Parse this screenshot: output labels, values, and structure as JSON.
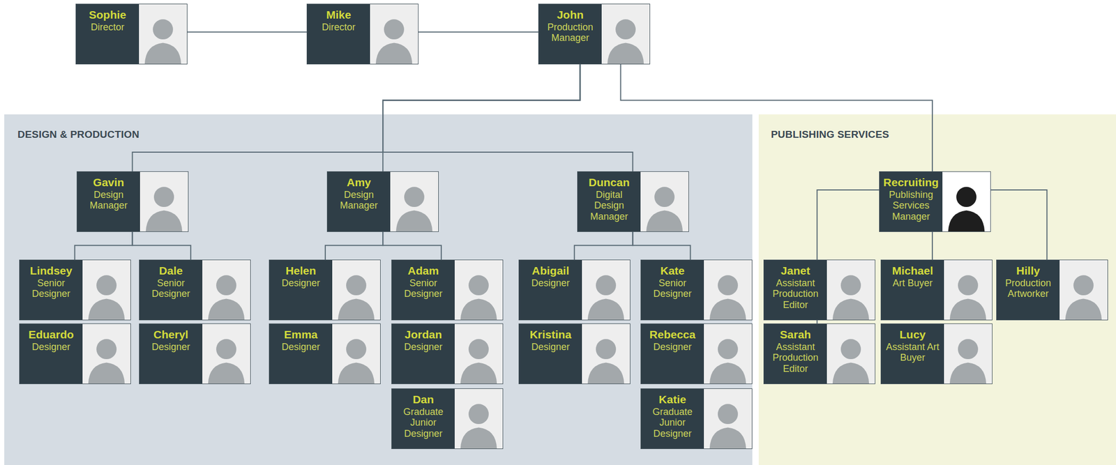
{
  "diagram": {
    "nodes": [
      {
        "text": [
          "Sophie",
          "Director"
        ]
      },
      {
        "text": [
          "Mike",
          "Director"
        ]
      },
      {
        "text": [
          "John",
          "Production Manager"
        ]
      },
      {
        "text": [
          "DESIGN & PRODUCTION"
        ]
      },
      {
        "text": [
          "Gavin",
          "Design Manager"
        ],
        "in": 3
      },
      {
        "text": [
          "Amy",
          "Design Manager"
        ],
        "in": 3
      },
      {
        "text": [
          "Duncan",
          "Digital Design Manager"
        ],
        "in": 3
      },
      {
        "text": [
          "Lindsey",
          "Senior Designer"
        ],
        "in": 3
      },
      {
        "text": [
          "Dale",
          "Senior Designer"
        ],
        "in": 3
      },
      {
        "text": [
          "Eduardo",
          "Designer"
        ],
        "in": 3
      },
      {
        "text": [
          "Cheryl",
          "Designer"
        ],
        "in": 3
      },
      {
        "text": [
          "Helen",
          "Designer"
        ],
        "in": 3
      },
      {
        "text": [
          "Adam",
          "Senior Designer"
        ],
        "in": 3
      },
      {
        "text": [
          "Emma",
          "Designer"
        ],
        "in": 3
      },
      {
        "text": [
          "Jordan",
          "Designer"
        ],
        "in": 3
      },
      {
        "text": [
          "Dan",
          "Graduate Junior Designer"
        ],
        "in": 3
      },
      {
        "text": [
          "Abigail",
          "Designer"
        ],
        "in": 3
      },
      {
        "text": [
          "Kate",
          "Senior Designer"
        ],
        "in": 3
      },
      {
        "text": [
          "Kristina",
          "Designer"
        ],
        "in": 3
      },
      {
        "text": [
          "Rebecca",
          "Designer"
        ],
        "in": 3
      },
      {
        "text": [
          "Katie",
          "Graduate Junior Designer"
        ],
        "in": 3
      },
      {
        "text": [
          "PUBLISHING SERVICES"
        ]
      },
      {
        "text": [
          "Recruiting",
          "Publishing Services Manager"
        ],
        "in": 21
      },
      {
        "text": [
          "Janet",
          "Assistant Production Editor"
        ],
        "in": 21
      },
      {
        "text": [
          "Michael",
          "Art Buyer"
        ],
        "in": 21
      },
      {
        "text": [
          "Hilly",
          "Production Artworker"
        ],
        "in": 21
      },
      {
        "text": [
          "Sarah",
          "Assistant Production Editor"
        ],
        "in": 21
      },
      {
        "text": [
          "Lucy",
          "Assistant Art Buyer"
        ],
        "in": 21
      }
    ],
    "edges": [
      {
        "from": 0,
        "to": 1,
        "arrow": "none"
      },
      {
        "from": 1,
        "to": 2,
        "arrow": "none"
      },
      {
        "from": 2,
        "to": 4,
        "arrow": "none"
      },
      {
        "from": 2,
        "to": 5,
        "arrow": "none"
      },
      {
        "from": 2,
        "to": 6,
        "arrow": "none"
      },
      {
        "from": 2,
        "to": 22,
        "arrow": "none"
      },
      {
        "from": 4,
        "to": 7,
        "arrow": "none"
      },
      {
        "from": 4,
        "to": 8,
        "arrow": "none"
      },
      {
        "from": 5,
        "to": 11,
        "arrow": "none"
      },
      {
        "from": 5,
        "to": 12,
        "arrow": "none"
      },
      {
        "from": 6,
        "to": 16,
        "arrow": "none"
      },
      {
        "from": 6,
        "to": 17,
        "arrow": "none"
      },
      {
        "from": 22,
        "to": 23,
        "arrow": "none"
      },
      {
        "from": 22,
        "to": 24,
        "arrow": "none"
      },
      {
        "from": 22,
        "to": 25,
        "arrow": "none"
      },
      {
        "from": 23,
        "to": 26,
        "arrow": "none"
      }
    ]
  }
}
